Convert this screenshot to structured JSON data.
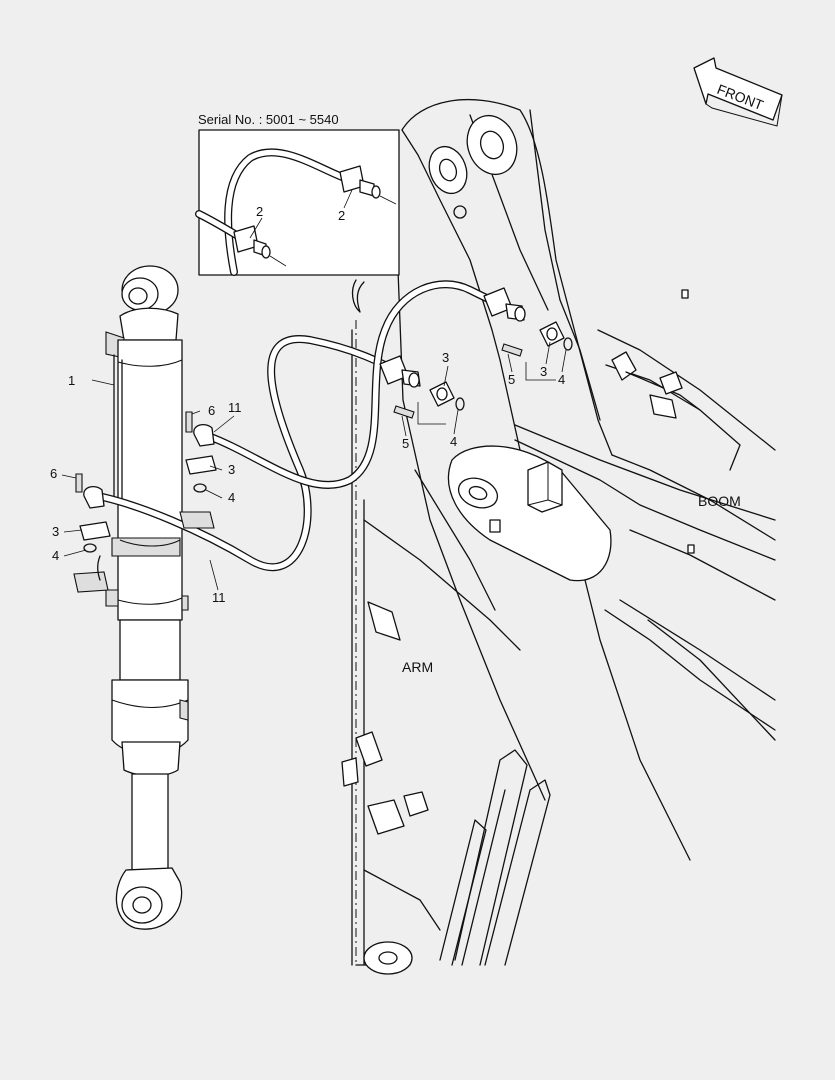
{
  "inset": {
    "serial_label": "Serial No. : 5001 ~ 5540"
  },
  "labels": {
    "front": "FRONT",
    "boom": "BOOM",
    "arm": "ARM"
  },
  "callouts": {
    "c1": "1",
    "c2a": "2",
    "c2b": "2",
    "c3a": "3",
    "c3b": "3",
    "c3c": "3",
    "c3d": "3",
    "c4a": "4",
    "c4b": "4",
    "c4c": "4",
    "c4d": "4",
    "c5a": "5",
    "c5b": "5",
    "c6a": "6",
    "c6b": "6",
    "c11a": "11",
    "c11b": "11"
  }
}
